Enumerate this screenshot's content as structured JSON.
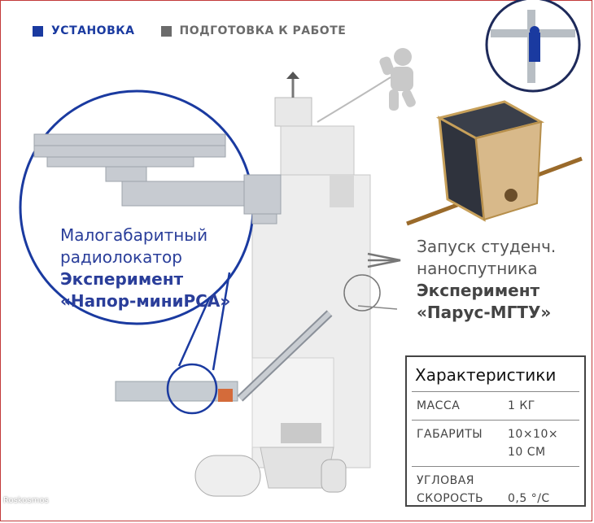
{
  "legend": {
    "installation": {
      "label": "УСТАНОВКА",
      "color": "#1a3aa0"
    },
    "preparation": {
      "label": "ПОДГОТОВКА К РАБОТЕ",
      "color": "#6b6b6b"
    }
  },
  "radar": {
    "line1": "Малогабаритный",
    "line2": "радиолокатор",
    "line3": "Эксперимент",
    "line4": "«Напор-миниРСА»"
  },
  "cubesat": {
    "line1": "Запуск студенч.",
    "line2": "наноспутника",
    "line3": "Эксперимент",
    "line4": "«Парус-МГТУ»"
  },
  "specs": {
    "title": "Характеристики",
    "rows": [
      {
        "key": "МАССА",
        "value": "1 КГ"
      },
      {
        "key": "ГАБАРИТЫ",
        "value": "10×10×\n10 СМ"
      },
      {
        "key": "УГЛОВАЯ\nСКОРОСТЬ",
        "value": "0,5 °/С"
      }
    ]
  },
  "watermark": "Roskosmos",
  "colors": {
    "accent": "#1a3aa0",
    "frame": "#c23a3a"
  }
}
